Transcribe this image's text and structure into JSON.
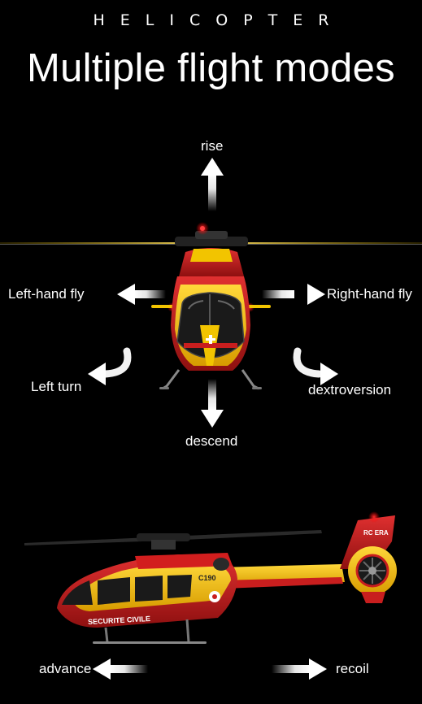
{
  "header": {
    "kicker": "HELICOPTER",
    "title": "Multiple flight modes"
  },
  "modes": {
    "rise": "rise",
    "left_hand_fly": "Left-hand fly",
    "right_hand_fly": "Right-hand fly",
    "left_turn": "Left turn",
    "dextroversion": "dextroversion",
    "descend": "descend",
    "advance": "advance",
    "recoil": "recoil"
  },
  "helicopter_markings": {
    "brand": "RC ERA",
    "model": "C190",
    "livery_text": "SECURITE CIVILE"
  },
  "colors": {
    "background": "#000000",
    "livery_red": "#c81e1e",
    "livery_yellow": "#f2c400",
    "text": "#ffffff"
  }
}
